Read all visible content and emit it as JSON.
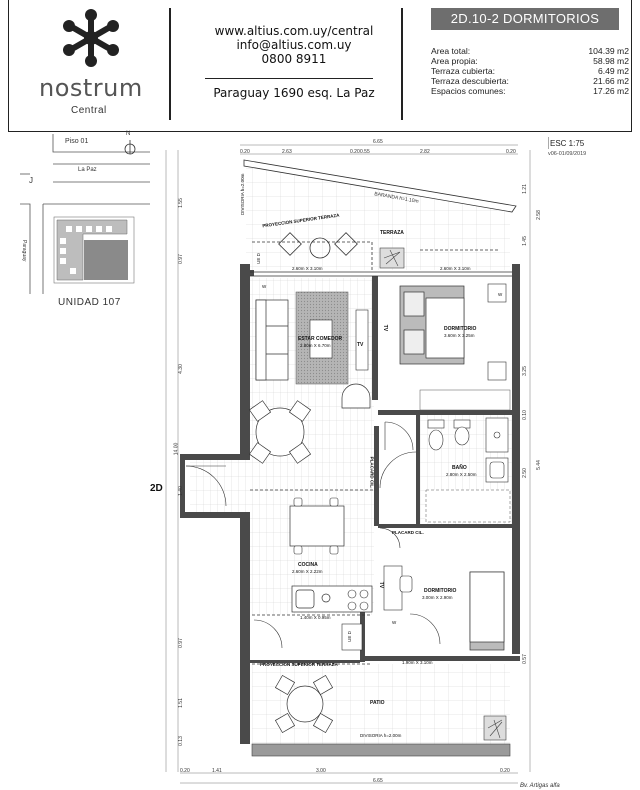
{
  "header": {
    "brand": "nostrum",
    "brand_sub": "Central",
    "website": "www.altius.com.uy/central",
    "email": "info@altius.com.uy",
    "phone": "0800 8911",
    "address": "Paraguay 1690 esq. La Paz",
    "unit_title": "2D.10-2 DORMITORIOS"
  },
  "areas": [
    {
      "label": "Area total:",
      "value": "104.39 m2"
    },
    {
      "label": "Area propia:",
      "value": "58.98 m2"
    },
    {
      "label": "Terraza cubierta:",
      "value": "6.49 m2"
    },
    {
      "label": "Terraza descubierta:",
      "value": "21.66 m2"
    },
    {
      "label": "Espacios comunes:",
      "value": "17.26 m2"
    }
  ],
  "scale": "ESC 1:75",
  "version": "v06-01/09/2019",
  "keymap": {
    "floor": "Piso 01",
    "north": "N",
    "street_1": "La Paz",
    "street_2": "Paraguay",
    "street_3": "J",
    "unit": "UNIDAD 107"
  },
  "rooms": {
    "baranda": "BARANDA h=1.10m",
    "proyeccion_top": "PROYECCION SUPERIOR TERRAZA",
    "terraza": "TERRAZA",
    "terraza_dim_1": "2.60m X 3.10m",
    "terraza_dim_2": "2.60m X 3.10m",
    "estar": "ESTAR COMEDOR",
    "estar_dim": "2.80m X 6.70m",
    "tv1": "TV",
    "tv2": "TV",
    "tv3": "TV",
    "dormitorio1": "DORMITORIO",
    "dormitorio1_dim": "3.60m X 3.25m",
    "bano": "BAÑO",
    "bano_dim": "2.80m X 2.50m",
    "placard1": "PLACARD CIL.",
    "placard2": "PLACARD CIL.",
    "cocina": "COCINA",
    "cocina_dim": "2.60m X 2.22m",
    "lav_dim": "1.40m X 0.95m",
    "dormitorio2": "DORMITORIO",
    "dormitorio2_dim": "3.00m X 2.90m",
    "dorm2_dim_bottom": "1.90m X 3.10m",
    "proyeccion_bottom": "PROYECCION SUPERIOR TERRAZA",
    "patio": "PATIO",
    "divisoria_bottom": "DIVISORIA h=2.00m",
    "divisoria_left": "DIVISORIA h=2.00m",
    "unit_tag": "2D",
    "ue_top": "UE D",
    "ue_bottom": "UE D",
    "w1": "W",
    "w2": "W",
    "w3": "W"
  },
  "dims": {
    "top": [
      "0.20",
      "2.63",
      "0.20",
      "0.55",
      "2.82",
      "0.20"
    ],
    "top_total": "6.65",
    "bottom": [
      "0.20",
      "1.41",
      "3.00",
      "0.20"
    ],
    "bottom_total": "6.65",
    "left_total": "14.00",
    "left": [
      "1.55",
      "0.97",
      "4.30",
      "1.40",
      "0.97",
      "1.51",
      "0.13"
    ],
    "right": [
      "1.21",
      "2.58",
      "1.45",
      "3.25",
      "0.10",
      "2.50",
      "5.44",
      "0.57"
    ],
    "bottom_right_note": "Bv. Artigas alfa"
  },
  "colors": {
    "wall": "#4a4a4a",
    "banner": "#6e6e6e",
    "rug": "#a8a8a8"
  }
}
